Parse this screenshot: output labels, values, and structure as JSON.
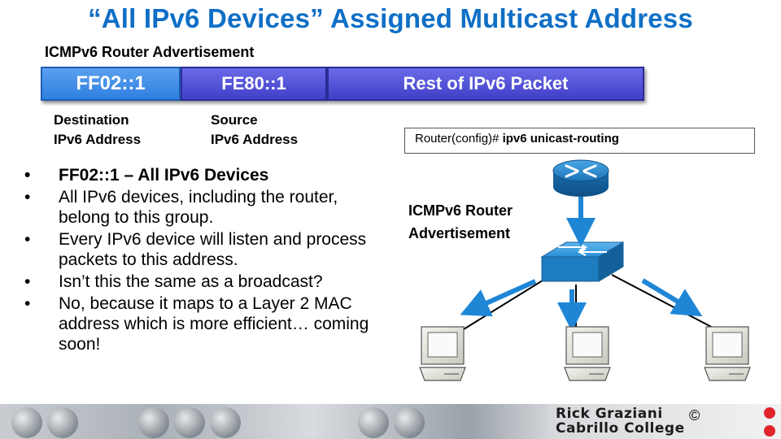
{
  "title": "“All IPv6 Devices” Assigned Multicast Address",
  "subtitle": "ICMPv6 Router Advertisement",
  "packet": {
    "destination": "FF02::1",
    "source": "FE80::1",
    "rest": "Rest of IPv6 Packet"
  },
  "labels": {
    "destination_line1": "Destination",
    "destination_line2": "IPv6 Address",
    "source_line1": "Source",
    "source_line2": "IPv6 Address"
  },
  "command": {
    "prompt": "Router(config)#",
    "text": "ipv6 unicast-routing"
  },
  "bullets": [
    "FF02::1 – All IPv6 Devices",
    "All IPv6 devices, including the router, belong to this group.",
    "Every IPv6 device will listen and process packets to this address.",
    "Isn’t this the same as a broadcast?",
    "No, because it maps to a Layer 2 MAC address which is more efficient… coming soon!"
  ],
  "diagram": {
    "ra_line1": "ICMPv6 Router",
    "ra_line2": "Advertisement",
    "colors": {
      "arrow": "#1f86d6",
      "router": "#1c7fc0",
      "switch": "#2a8fd4"
    },
    "icons": [
      "router-icon",
      "switch-icon",
      "pc-icon"
    ]
  },
  "footer": {
    "line1": "Rick Graziani",
    "line2": "Cabrillo College",
    "copyright": "©"
  }
}
